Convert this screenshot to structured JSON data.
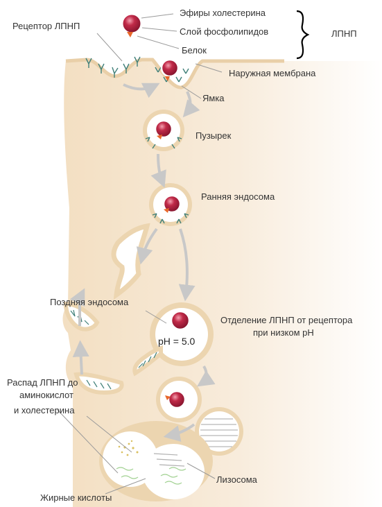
{
  "labels": {
    "cholesterol_esters": "Эфиры холестерина",
    "phospholipid_layer": "Слой фосфолипидов",
    "protein": "Белок",
    "ldl": "ЛПНП",
    "ldl_receptor": "Рецептор ЛПНП",
    "outer_membrane": "Наружная мембрана",
    "pit": "Ямка",
    "vesicle": "Пузырек",
    "early_endosome": "Ранняя эндосома",
    "late_endosome": "Поздняя эндосома",
    "separation_line1": "Отделение ЛПНП от рецептора",
    "separation_line2": "при низком pH",
    "ph_value": "pH = 5.0",
    "degradation_line1": "Распад ЛПНП до",
    "degradation_line2": "аминокислот",
    "degradation_line3": "и холестерина",
    "lysosome": "Лизосома",
    "fatty_acids": "Жирные кислоты"
  },
  "colors": {
    "cytoplasm": "#f5e6d0",
    "vesicle_rim": "#ecd5b0",
    "ldl_particle": "#b8203f",
    "protein": "#e8672a",
    "receptor": "#3f7f78",
    "arrow": "#c8c8c8"
  }
}
